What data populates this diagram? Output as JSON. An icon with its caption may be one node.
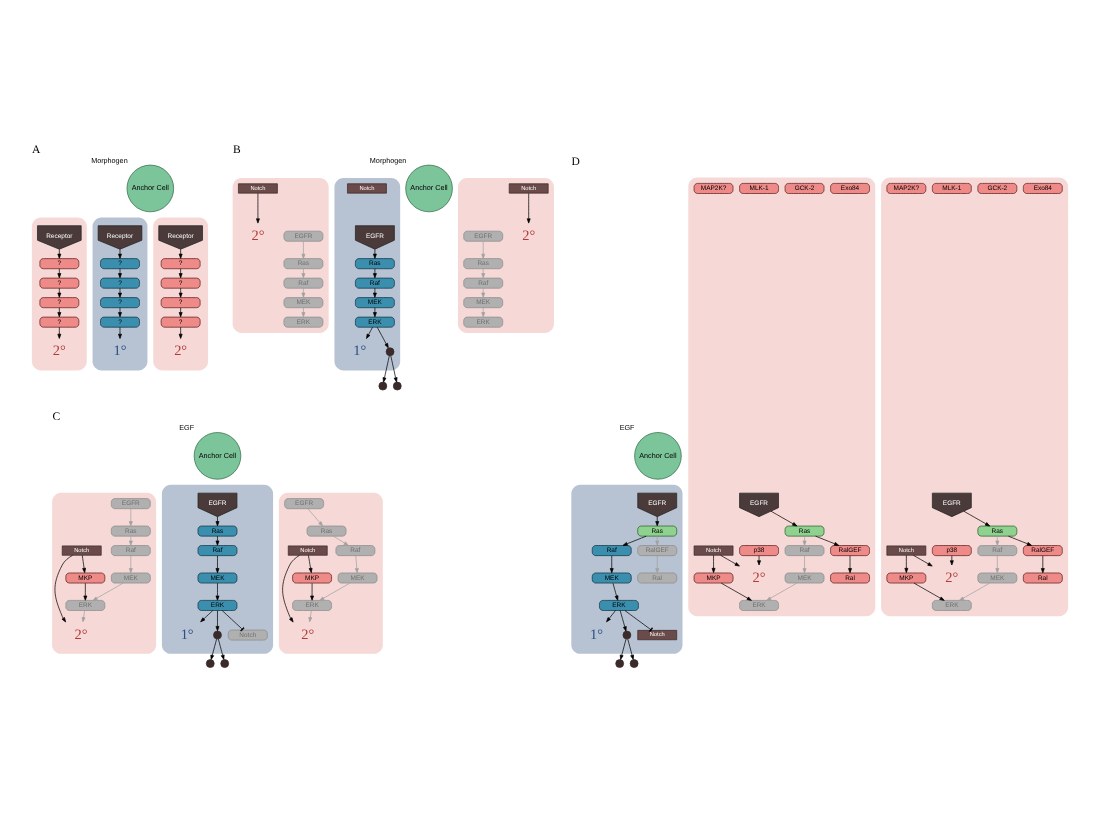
{
  "diagram": {
    "nodes": [
      {
        "text": [
          "Anchor Cell"
        ],
        "beside": [
          "Morphogen"
        ]
      },
      {
        "text": [],
        "shape": "box"
      },
      {
        "text": [
          "Receptor"
        ],
        "in": 1
      },
      {
        "text": [
          "?"
        ],
        "in": 1
      },
      {
        "text": [
          "?"
        ],
        "in": 1
      },
      {
        "text": [
          "?"
        ],
        "in": 1
      },
      {
        "text": [
          "?"
        ],
        "in": 1
      },
      {
        "text": [
          "2°"
        ],
        "in": 1
      },
      {
        "text": [],
        "shape": "box"
      },
      {
        "text": [
          "Receptor"
        ],
        "in": 8
      },
      {
        "text": [
          "?"
        ],
        "in": 8
      },
      {
        "text": [
          "?"
        ],
        "in": 8
      },
      {
        "text": [
          "?"
        ],
        "in": 8
      },
      {
        "text": [
          "?"
        ],
        "in": 8
      },
      {
        "text": [
          "1°"
        ],
        "in": 8
      },
      {
        "text": [],
        "shape": "box"
      },
      {
        "text": [
          "Receptor"
        ],
        "in": 15
      },
      {
        "text": [
          "?"
        ],
        "in": 15
      },
      {
        "text": [
          "?"
        ],
        "in": 15
      },
      {
        "text": [
          "?"
        ],
        "in": 15
      },
      {
        "text": [
          "?"
        ],
        "in": 15
      },
      {
        "text": [
          "2°"
        ],
        "in": 15
      },
      {
        "text": [
          "Anchor Cell"
        ],
        "beside": [
          "Morphogen"
        ]
      },
      {
        "text": [],
        "shape": "box"
      },
      {
        "text": [
          "EGFR"
        ],
        "in": 23
      },
      {
        "text": [
          "Ras"
        ],
        "in": 23
      },
      {
        "text": [
          "Raf"
        ],
        "in": 23
      },
      {
        "text": [
          "MEK"
        ],
        "in": 23
      },
      {
        "text": [
          "ERK"
        ],
        "in": 23
      },
      {
        "text": [
          "Notch"
        ],
        "in": 23
      },
      {
        "text": [
          "2°"
        ],
        "in": 23
      },
      {
        "text": [],
        "shape": "box"
      },
      {
        "text": [
          "EGFR"
        ],
        "in": 31
      },
      {
        "text": [
          "Ras"
        ],
        "in": 31
      },
      {
        "text": [
          "Raf"
        ],
        "in": 31
      },
      {
        "text": [
          "MEK"
        ],
        "in": 31
      },
      {
        "text": [
          "ERK"
        ],
        "in": 31
      },
      {
        "text": [
          "Notch"
        ],
        "in": 31
      },
      {
        "text": [
          "1°"
        ],
        "in": 31
      },
      {
        "text": [],
        "shape": "circle",
        "in": 31
      },
      {
        "text": [],
        "shape": "box"
      },
      {
        "text": [
          "EGFR"
        ],
        "in": 40
      },
      {
        "text": [
          "Ras"
        ],
        "in": 40
      },
      {
        "text": [
          "Raf"
        ],
        "in": 40
      },
      {
        "text": [
          "MEK"
        ],
        "in": 40
      },
      {
        "text": [
          "ERK"
        ],
        "in": 40
      },
      {
        "text": [
          "Notch"
        ],
        "in": 40
      },
      {
        "text": [
          "2°"
        ],
        "in": 40
      },
      {
        "text": [],
        "shape": "circle"
      },
      {
        "text": [],
        "shape": "circle"
      },
      {
        "text": [
          "Anchor Cell"
        ],
        "beside": [
          "EGF"
        ]
      },
      {
        "text": [],
        "shape": "box"
      },
      {
        "text": [
          "EGFR"
        ],
        "in": 51
      },
      {
        "text": [
          "Ras"
        ],
        "in": 51
      },
      {
        "text": [
          "Raf"
        ],
        "in": 51
      },
      {
        "text": [
          "MEK"
        ],
        "in": 51
      },
      {
        "text": [
          "ERK"
        ],
        "in": 51
      },
      {
        "text": [
          "MKP"
        ],
        "in": 51
      },
      {
        "text": [
          "Notch"
        ],
        "in": 51
      },
      {
        "text": [
          "2°"
        ],
        "in": 51
      },
      {
        "text": [],
        "shape": "box"
      },
      {
        "text": [
          "EGFR"
        ],
        "in": 60
      },
      {
        "text": [
          "Ras"
        ],
        "in": 60
      },
      {
        "text": [
          "Raf"
        ],
        "in": 60
      },
      {
        "text": [
          "MEK"
        ],
        "in": 60
      },
      {
        "text": [
          "ERK"
        ],
        "in": 60
      },
      {
        "text": [
          "Notch"
        ],
        "in": 60
      },
      {
        "text": [
          "1°"
        ],
        "in": 60
      },
      {
        "text": [],
        "shape": "circle",
        "in": 60
      },
      {
        "text": [],
        "shape": "box"
      },
      {
        "text": [
          "EGFR"
        ],
        "in": 69
      },
      {
        "text": [
          "Ras"
        ],
        "in": 69
      },
      {
        "text": [
          "Raf"
        ],
        "in": 69
      },
      {
        "text": [
          "MEK"
        ],
        "in": 69
      },
      {
        "text": [
          "ERK"
        ],
        "in": 69
      },
      {
        "text": [
          "MKP"
        ],
        "in": 69
      },
      {
        "text": [
          "Notch"
        ],
        "in": 69
      },
      {
        "text": [
          "2°"
        ],
        "in": 69
      },
      {
        "text": [],
        "shape": "circle"
      },
      {
        "text": [],
        "shape": "circle"
      },
      {
        "text": [
          "Anchor Cell"
        ],
        "beside": [
          "EGF"
        ]
      },
      {
        "text": [],
        "shape": "box"
      },
      {
        "text": [
          "EGFR"
        ],
        "in": 81
      },
      {
        "text": [
          "Ras"
        ],
        "in": 81
      },
      {
        "text": [
          "Raf"
        ],
        "in": 81
      },
      {
        "text": [
          "RalGEF"
        ],
        "in": 81
      },
      {
        "text": [
          "MEK"
        ],
        "in": 81
      },
      {
        "text": [
          "Ral"
        ],
        "in": 81
      },
      {
        "text": [
          "Exo84"
        ],
        "in": 81
      },
      {
        "text": [
          "ERK"
        ],
        "in": 81
      },
      {
        "text": [
          "GCK-2"
        ],
        "in": 81
      },
      {
        "text": [
          "MLK-1"
        ],
        "in": 81
      },
      {
        "text": [
          "MAP2K?"
        ],
        "in": 81
      },
      {
        "text": [
          "MKP"
        ],
        "in": 81
      },
      {
        "text": [
          "p38"
        ],
        "in": 81
      },
      {
        "text": [
          "Notch"
        ],
        "in": 81
      },
      {
        "text": [
          "2°"
        ],
        "in": 81
      },
      {
        "text": [],
        "shape": "box"
      },
      {
        "text": [
          "EGFR"
        ],
        "in": 97
      },
      {
        "text": [
          "Ras"
        ],
        "in": 97
      },
      {
        "text": [
          "Raf"
        ],
        "in": 97
      },
      {
        "text": [
          "RalGEF"
        ],
        "in": 97
      },
      {
        "text": [
          "MEK"
        ],
        "in": 97
      },
      {
        "text": [
          "Ral"
        ],
        "in": 97
      },
      {
        "text": [
          "ERK"
        ],
        "in": 97
      },
      {
        "text": [
          "Notch"
        ],
        "in": 97
      },
      {
        "text": [
          "1°"
        ],
        "in": 97
      },
      {
        "text": [],
        "shape": "circle",
        "in": 97
      },
      {
        "text": [],
        "shape": "box"
      },
      {
        "text": [
          "EGFR"
        ],
        "in": 108
      },
      {
        "text": [
          "Ras"
        ],
        "in": 108
      },
      {
        "text": [
          "Raf"
        ],
        "in": 108
      },
      {
        "text": [
          "RalGEF"
        ],
        "in": 108
      },
      {
        "text": [
          "MEK"
        ],
        "in": 108
      },
      {
        "text": [
          "Ral"
        ],
        "in": 108
      },
      {
        "text": [
          "Exo84"
        ],
        "in": 108
      },
      {
        "text": [
          "ERK"
        ],
        "in": 108
      },
      {
        "text": [
          "GCK-2"
        ],
        "in": 108
      },
      {
        "text": [
          "MLK-1"
        ],
        "in": 108
      },
      {
        "text": [
          "MAP2K?"
        ],
        "in": 108
      },
      {
        "text": [
          "MKP"
        ],
        "in": 108
      },
      {
        "text": [
          "p38"
        ],
        "in": 108
      },
      {
        "text": [
          "Notch"
        ],
        "in": 108
      },
      {
        "text": [
          "2°"
        ],
        "in": 108
      },
      {
        "text": [],
        "shape": "circle"
      },
      {
        "text": [],
        "shape": "circle"
      }
    ],
    "edges": [
      {
        "from": 2,
        "to": 3,
        "arrow": "to"
      },
      {
        "from": 3,
        "to": 4,
        "arrow": "to"
      },
      {
        "from": 4,
        "to": 5,
        "arrow": "to"
      },
      {
        "from": 5,
        "to": 6,
        "arrow": "to"
      },
      {
        "from": 6,
        "to": 7,
        "arrow": "to"
      },
      {
        "from": 9,
        "to": 10,
        "arrow": "to"
      },
      {
        "from": 10,
        "to": 11,
        "arrow": "to"
      },
      {
        "from": 11,
        "to": 12,
        "arrow": "to"
      },
      {
        "from": 12,
        "to": 13,
        "arrow": "to"
      },
      {
        "from": 13,
        "to": 14,
        "arrow": "to"
      },
      {
        "from": 16,
        "to": 17,
        "arrow": "to"
      },
      {
        "from": 17,
        "to": 18,
        "arrow": "to"
      },
      {
        "from": 18,
        "to": 19,
        "arrow": "to"
      },
      {
        "from": 19,
        "to": 20,
        "arrow": "to"
      },
      {
        "from": 20,
        "to": 21,
        "arrow": "to"
      },
      {
        "from": 24,
        "to": 25,
        "arrow": "to",
        "color": "#a0a0a0"
      },
      {
        "from": 25,
        "to": 26,
        "arrow": "to",
        "color": "#a0a0a0"
      },
      {
        "from": 26,
        "to": 27,
        "arrow": "to",
        "color": "#a0a0a0"
      },
      {
        "from": 27,
        "to": 28,
        "arrow": "to",
        "color": "#a0a0a0"
      },
      {
        "from": 29,
        "to": 30,
        "arrow": "to"
      },
      {
        "from": 32,
        "to": 33,
        "arrow": "to"
      },
      {
        "from": 33,
        "to": 34,
        "arrow": "to"
      },
      {
        "from": 34,
        "to": 35,
        "arrow": "to"
      },
      {
        "from": 35,
        "to": 36,
        "arrow": "to"
      },
      {
        "from": 36,
        "to": 38,
        "arrow": "to"
      },
      {
        "from": 36,
        "to": 39,
        "arrow": "to"
      },
      {
        "from": 39,
        "to": 48,
        "arrow": "to"
      },
      {
        "from": 39,
        "to": 49,
        "arrow": "to"
      },
      {
        "from": 41,
        "to": 42,
        "arrow": "to",
        "color": "#a0a0a0"
      },
      {
        "from": 42,
        "to": 43,
        "arrow": "to",
        "color": "#a0a0a0"
      },
      {
        "from": 43,
        "to": 44,
        "arrow": "to",
        "color": "#a0a0a0"
      },
      {
        "from": 44,
        "to": 45,
        "arrow": "to",
        "color": "#a0a0a0"
      },
      {
        "from": 46,
        "to": 47,
        "arrow": "to"
      },
      {
        "from": 52,
        "to": 53,
        "arrow": "to",
        "color": "#a0a0a0"
      },
      {
        "from": 53,
        "to": 54,
        "arrow": "to",
        "color": "#a0a0a0"
      },
      {
        "from": 54,
        "to": 55,
        "arrow": "to",
        "color": "#a0a0a0"
      },
      {
        "from": 55,
        "to": 56,
        "arrow": "to",
        "color": "#a0a0a0"
      },
      {
        "from": 56,
        "to": 59,
        "arrow": "to",
        "color": "#a0a0a0"
      },
      {
        "from": 57,
        "to": 56,
        "arrow": "to"
      },
      {
        "from": 58,
        "to": 57,
        "arrow": "to"
      },
      {
        "from": 58,
        "to": 59,
        "arrow": "to"
      },
      {
        "from": 61,
        "to": 62,
        "arrow": "to"
      },
      {
        "from": 62,
        "to": 63,
        "arrow": "to"
      },
      {
        "from": 63,
        "to": 64,
        "arrow": "to"
      },
      {
        "from": 64,
        "to": 65,
        "arrow": "to"
      },
      {
        "from": 65,
        "to": 67,
        "arrow": "to"
      },
      {
        "from": 65,
        "to": 66,
        "arrow": "other"
      },
      {
        "from": 65,
        "to": 68,
        "arrow": "to"
      },
      {
        "from": 68,
        "to": 78,
        "arrow": "to"
      },
      {
        "from": 68,
        "to": 79,
        "arrow": "to"
      },
      {
        "from": 70,
        "to": 71,
        "arrow": "to",
        "color": "#a0a0a0"
      },
      {
        "from": 71,
        "to": 72,
        "arrow": "to",
        "color": "#a0a0a0"
      },
      {
        "from": 72,
        "to": 73,
        "arrow": "to",
        "color": "#a0a0a0"
      },
      {
        "from": 73,
        "to": 74,
        "arrow": "to",
        "color": "#a0a0a0"
      },
      {
        "from": 74,
        "to": 77,
        "arrow": "to",
        "color": "#a0a0a0"
      },
      {
        "from": 75,
        "to": 74,
        "arrow": "to"
      },
      {
        "from": 76,
        "to": 75,
        "arrow": "to"
      },
      {
        "from": 76,
        "to": 77,
        "arrow": "to"
      },
      {
        "from": 82,
        "to": 83,
        "arrow": "to"
      },
      {
        "from": 83,
        "to": 84,
        "arrow": "to",
        "color": "#a0a0a0"
      },
      {
        "from": 83,
        "to": 85,
        "arrow": "to"
      },
      {
        "from": 84,
        "to": 86,
        "arrow": "to",
        "color": "#a0a0a0"
      },
      {
        "from": 86,
        "to": 89,
        "arrow": "to",
        "color": "#a0a0a0"
      },
      {
        "from": 85,
        "to": 87,
        "arrow": "to"
      },
      {
        "from": 93,
        "to": 89,
        "arrow": "to"
      },
      {
        "from": 95,
        "to": 93,
        "arrow": "to"
      },
      {
        "from": 95,
        "to": 96,
        "arrow": "to"
      },
      {
        "from": 94,
        "to": 96,
        "arrow": "to"
      },
      {
        "from": 98,
        "to": 99,
        "arrow": "to"
      },
      {
        "from": 99,
        "to": 100,
        "arrow": "to"
      },
      {
        "from": 99,
        "to": 101,
        "arrow": "to",
        "color": "#a0a0a0"
      },
      {
        "from": 101,
        "to": 103,
        "arrow": "to",
        "color": "#a0a0a0"
      },
      {
        "from": 100,
        "to": 102,
        "arrow": "to"
      },
      {
        "from": 102,
        "to": 104,
        "arrow": "to"
      },
      {
        "from": 104,
        "to": 106,
        "arrow": "to"
      },
      {
        "from": 104,
        "to": 105,
        "arrow": "other"
      },
      {
        "from": 104,
        "to": 107,
        "arrow": "to"
      },
      {
        "from": 107,
        "to": 124,
        "arrow": "to"
      },
      {
        "from": 107,
        "to": 125,
        "arrow": "to"
      },
      {
        "from": 109,
        "to": 110,
        "arrow": "to"
      },
      {
        "from": 110,
        "to": 111,
        "arrow": "to",
        "color": "#a0a0a0"
      },
      {
        "from": 110,
        "to": 112,
        "arrow": "to"
      },
      {
        "from": 111,
        "to": 113,
        "arrow": "to",
        "color": "#a0a0a0"
      },
      {
        "from": 113,
        "to": 116,
        "arrow": "to",
        "color": "#a0a0a0"
      },
      {
        "from": 112,
        "to": 114,
        "arrow": "to"
      },
      {
        "from": 120,
        "to": 116,
        "arrow": "to"
      },
      {
        "from": 122,
        "to": 120,
        "arrow": "to"
      },
      {
        "from": 122,
        "to": 123,
        "arrow": "to"
      },
      {
        "from": 121,
        "to": 123,
        "arrow": "to"
      }
    ],
    "labels": [
      "A",
      "B",
      "C",
      "D"
    ]
  }
}
